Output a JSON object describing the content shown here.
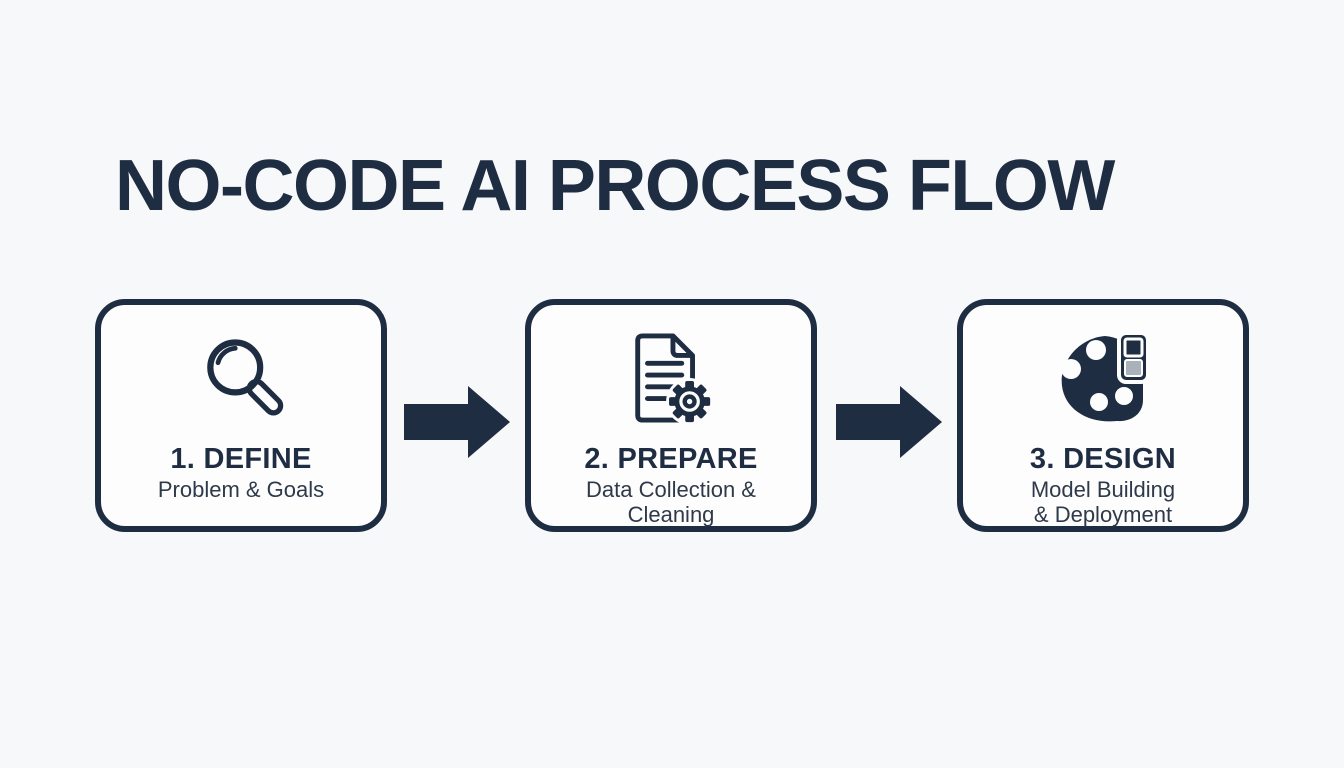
{
  "title": "NO-CODE AI PROCESS FLOW",
  "colors": {
    "ink": "#1f2d42",
    "background": "#f7f8fa",
    "card_background": "#fdfdfe",
    "gray_accent": "#a9b1ba",
    "subtitle_text": "#2e3a49"
  },
  "steps": [
    {
      "icon": "magnifier-icon",
      "number_label": "1. DEFINE",
      "subtitle_lines": [
        "Problem & Goals"
      ]
    },
    {
      "icon": "document-gear-icon",
      "number_label": "2. PREPARE",
      "subtitle_lines": [
        "Data Collection &",
        "Cleaning"
      ]
    },
    {
      "icon": "palette-icon",
      "number_label": "3. DESIGN",
      "subtitle_lines": [
        "Model Building",
        "& Deployment"
      ]
    }
  ],
  "connectors": [
    {
      "type": "arrow-right"
    },
    {
      "type": "arrow-right"
    }
  ]
}
